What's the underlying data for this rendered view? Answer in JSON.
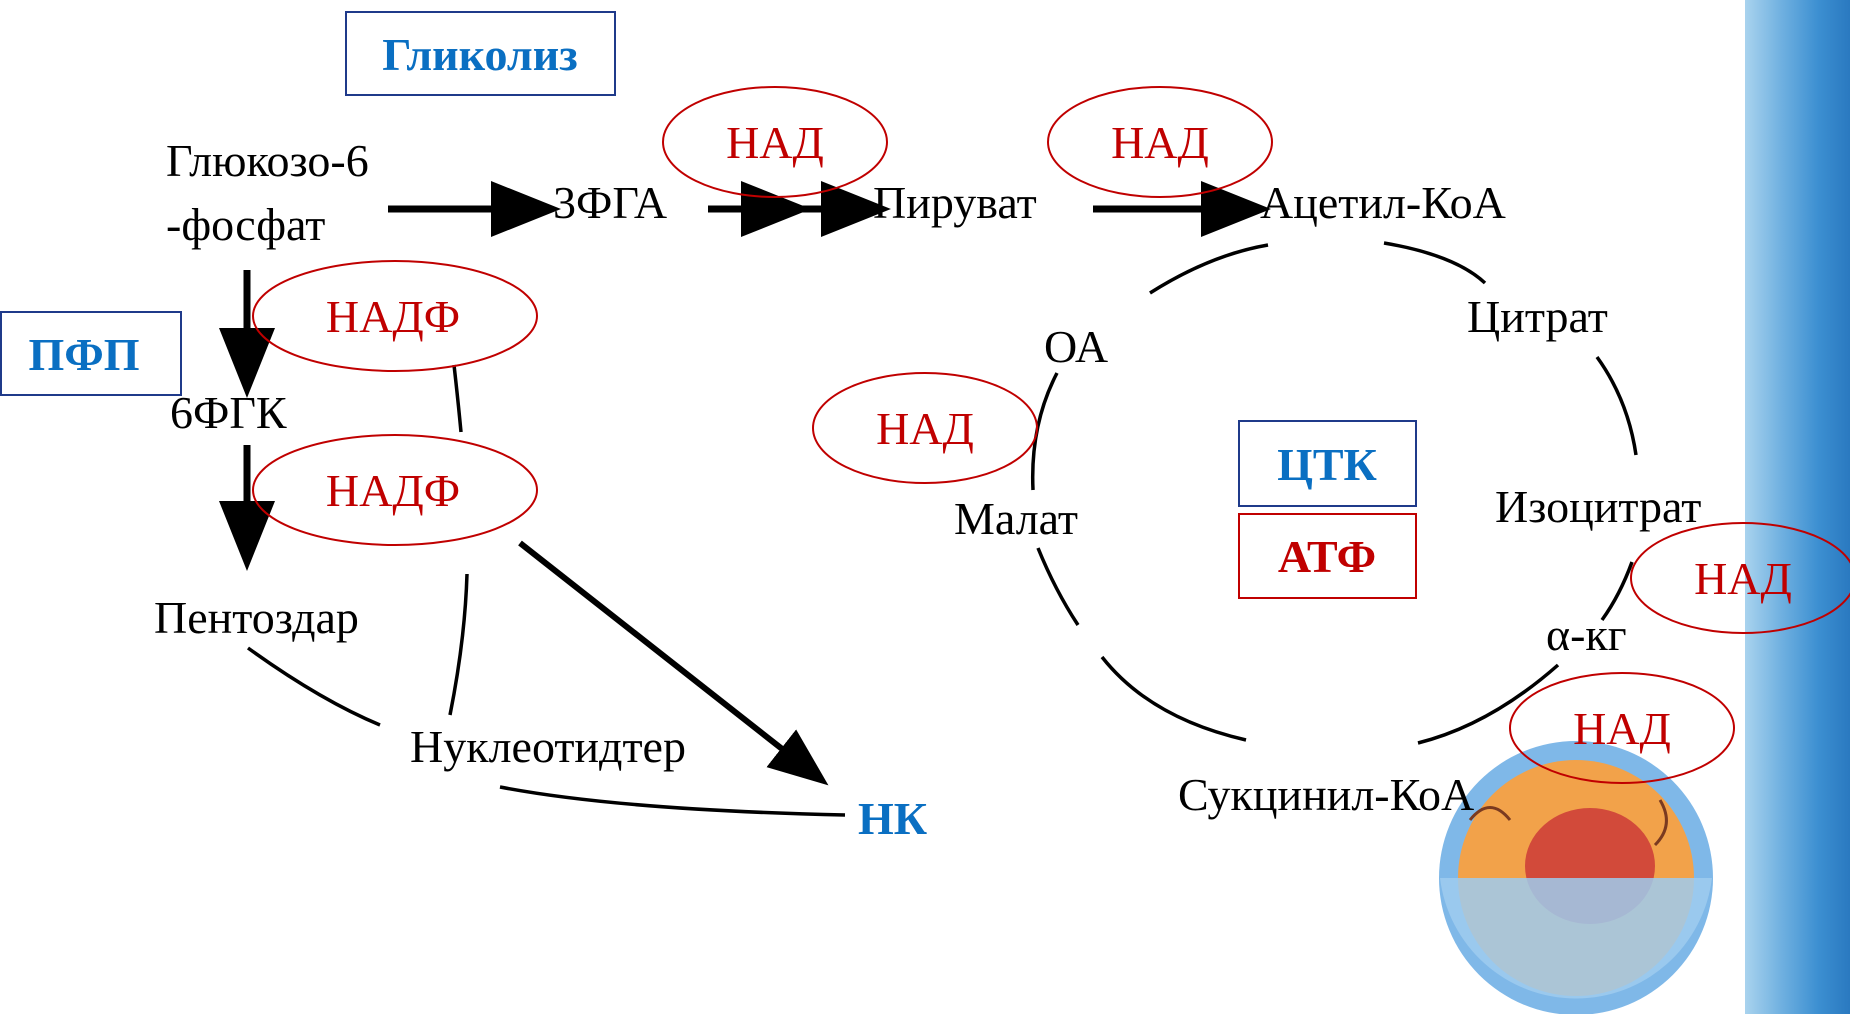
{
  "labels": {
    "glycolysis": "Гликолиз",
    "ppp": "ПФП",
    "tca": "ЦТК",
    "atp": "АТФ",
    "glucose_line1": "Глюкозо-6",
    "glucose_line2": "-фосфат",
    "pga": "3ФГА",
    "pyruvate": "Пируват",
    "acetyl_coa": "Ацетил-КоА",
    "citrate": "Цитрат",
    "isocitrate": "Изоцитрат",
    "akg": "α-кг",
    "succinyl_coa": "Сукцинил-КоА",
    "malate": "Малат",
    "oa": "ОА",
    "pgk6": "6ФГК",
    "pentoses": "Пентоздар",
    "nucleotides": "Нуклеотидтер",
    "nk": "НК"
  },
  "coenzymes": {
    "nad": "НАД",
    "nadp": "НАДФ"
  },
  "colors": {
    "blue_label": "#0a6fc2",
    "red_label": "#c00000",
    "black": "#000000"
  }
}
